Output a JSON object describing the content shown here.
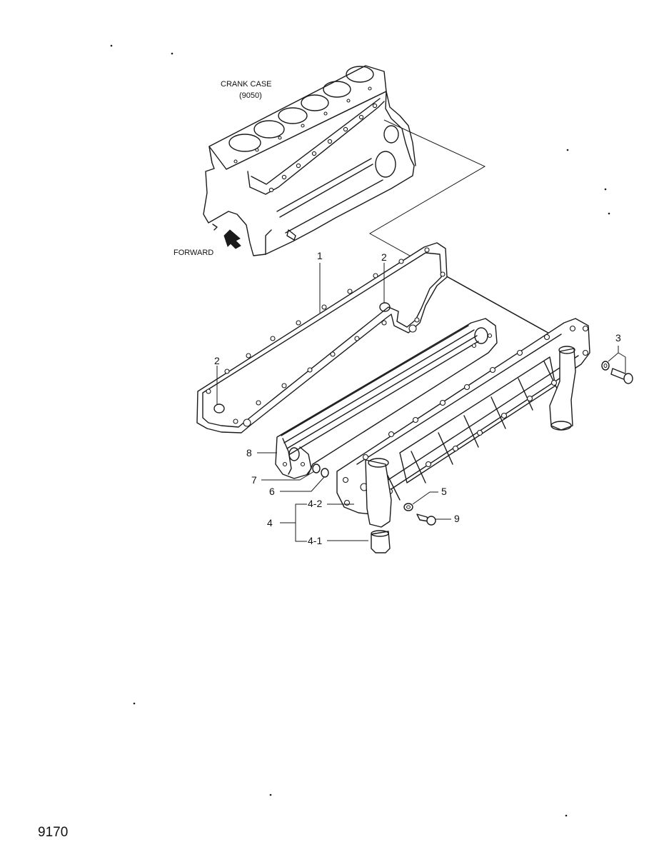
{
  "labels": {
    "crank_case_title": "CRANK CASE",
    "crank_case_ref": "(9050)",
    "forward": "FORWARD",
    "part_1": "1",
    "part_2_top": "2",
    "part_2_left": "2",
    "part_3": "3",
    "part_4": "4",
    "part_4_1": "4-1",
    "part_4_2": "4-2",
    "part_5": "5",
    "part_6": "6",
    "part_7": "7",
    "part_8": "8",
    "part_9": "9"
  },
  "page_number": "9170",
  "icons": {
    "forward_arrow": "arrow-forward-icon"
  },
  "colors": {
    "ink": "#1a1a1a",
    "background": "#ffffff"
  }
}
